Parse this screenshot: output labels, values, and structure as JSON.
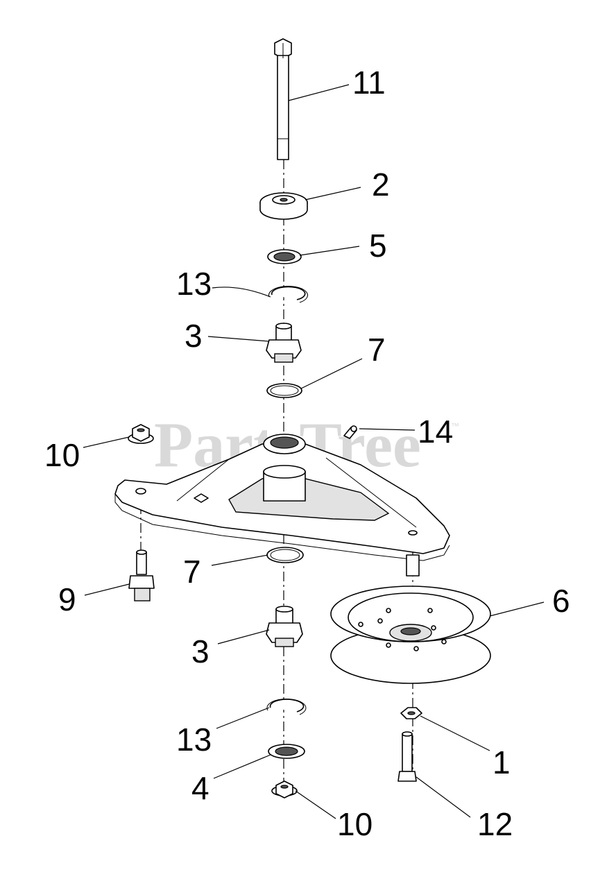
{
  "watermark": {
    "text": "PartsTree",
    "tm": "™"
  },
  "callouts": {
    "c11": "11",
    "c2": "2",
    "c5": "5",
    "c13a": "13",
    "c3a": "3",
    "c7a": "7",
    "c14": "14",
    "c10a": "10",
    "c7b": "7",
    "c9": "9",
    "c6": "6",
    "c3b": "3",
    "c13b": "13",
    "c1": "1",
    "c4": "4",
    "c10b": "10",
    "c12": "12"
  },
  "icons": {
    "bolt": "bolt-icon",
    "bearing": "bearing-icon",
    "spacer": "spacer-icon",
    "pulley": "pulley-icon",
    "idler-arm": "idler-arm-icon",
    "nut": "flange-nut-icon",
    "washer": "washer-icon",
    "retaining-ring": "retaining-ring-icon",
    "fitting": "grease-fitting-icon",
    "stud": "shoulder-stud-icon"
  }
}
